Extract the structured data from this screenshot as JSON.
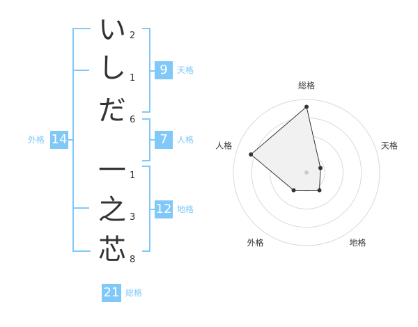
{
  "name": {
    "chars": [
      "い",
      "し",
      "だ",
      "一",
      "之",
      "芯"
    ],
    "strokes": [
      "2",
      "1",
      "6",
      "1",
      "3",
      "8"
    ]
  },
  "grades": {
    "tenkaku": {
      "value": "9",
      "label": "天格"
    },
    "jinkaku": {
      "value": "7",
      "label": "人格"
    },
    "chikaku": {
      "value": "12",
      "label": "地格"
    },
    "gaikaku": {
      "value": "14",
      "label": "外格"
    },
    "soukaku": {
      "value": "21",
      "label": "総格"
    }
  },
  "radar": {
    "axes": [
      "総格",
      "天格",
      "地格",
      "外格",
      "人格"
    ],
    "values": [
      0.9,
      0.2,
      0.3,
      0.3,
      0.8
    ],
    "colors": {
      "ring": "#d9d9d9",
      "fill": "#f0f0f0",
      "line": "#333333",
      "center": "#cccccc"
    }
  },
  "colors": {
    "accent": "#7fc8f8"
  }
}
